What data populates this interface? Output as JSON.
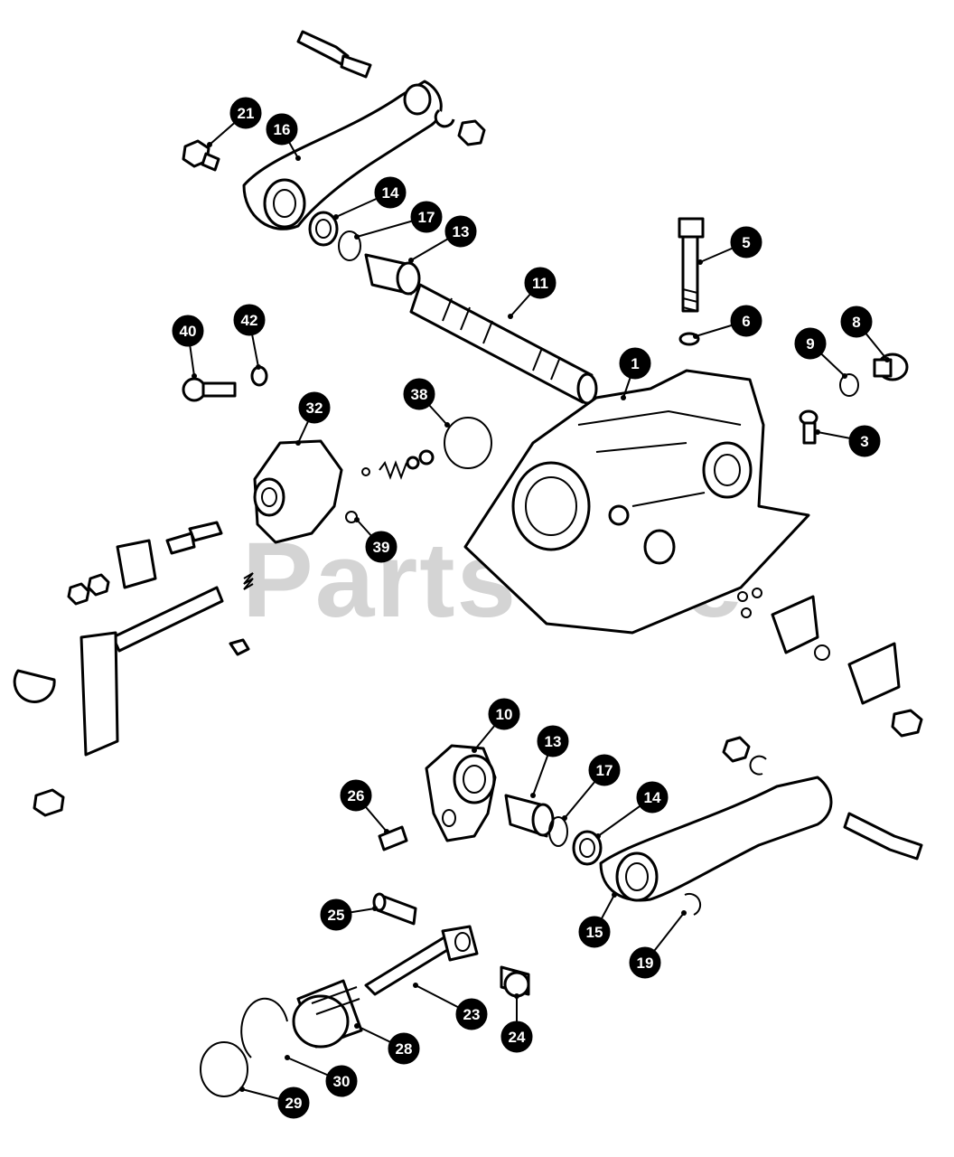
{
  "watermark": "PartsTree",
  "colors": {
    "ink": "#000000",
    "paper": "#ffffff",
    "watermark": "#d4d4d4"
  },
  "callouts": [
    {
      "id": "c21",
      "text": "21"
    },
    {
      "id": "c16",
      "text": "16"
    },
    {
      "id": "c14a",
      "text": "14"
    },
    {
      "id": "c17a",
      "text": "17"
    },
    {
      "id": "c13a",
      "text": "13"
    },
    {
      "id": "c11",
      "text": "11"
    },
    {
      "id": "c5",
      "text": "5"
    },
    {
      "id": "c6",
      "text": "6"
    },
    {
      "id": "c8",
      "text": "8"
    },
    {
      "id": "c9",
      "text": "9"
    },
    {
      "id": "c40",
      "text": "40"
    },
    {
      "id": "c42",
      "text": "42"
    },
    {
      "id": "c1",
      "text": "1"
    },
    {
      "id": "c38",
      "text": "38"
    },
    {
      "id": "c32",
      "text": "32"
    },
    {
      "id": "c3",
      "text": "3"
    },
    {
      "id": "c39",
      "text": "39"
    },
    {
      "id": "c10",
      "text": "10"
    },
    {
      "id": "c13b",
      "text": "13"
    },
    {
      "id": "c17b",
      "text": "17"
    },
    {
      "id": "c14b",
      "text": "14"
    },
    {
      "id": "c26",
      "text": "26"
    },
    {
      "id": "c15",
      "text": "15"
    },
    {
      "id": "c25",
      "text": "25"
    },
    {
      "id": "c19",
      "text": "19"
    },
    {
      "id": "c23",
      "text": "23"
    },
    {
      "id": "c24",
      "text": "24"
    },
    {
      "id": "c28",
      "text": "28"
    },
    {
      "id": "c30",
      "text": "30"
    },
    {
      "id": "c29",
      "text": "29"
    }
  ]
}
